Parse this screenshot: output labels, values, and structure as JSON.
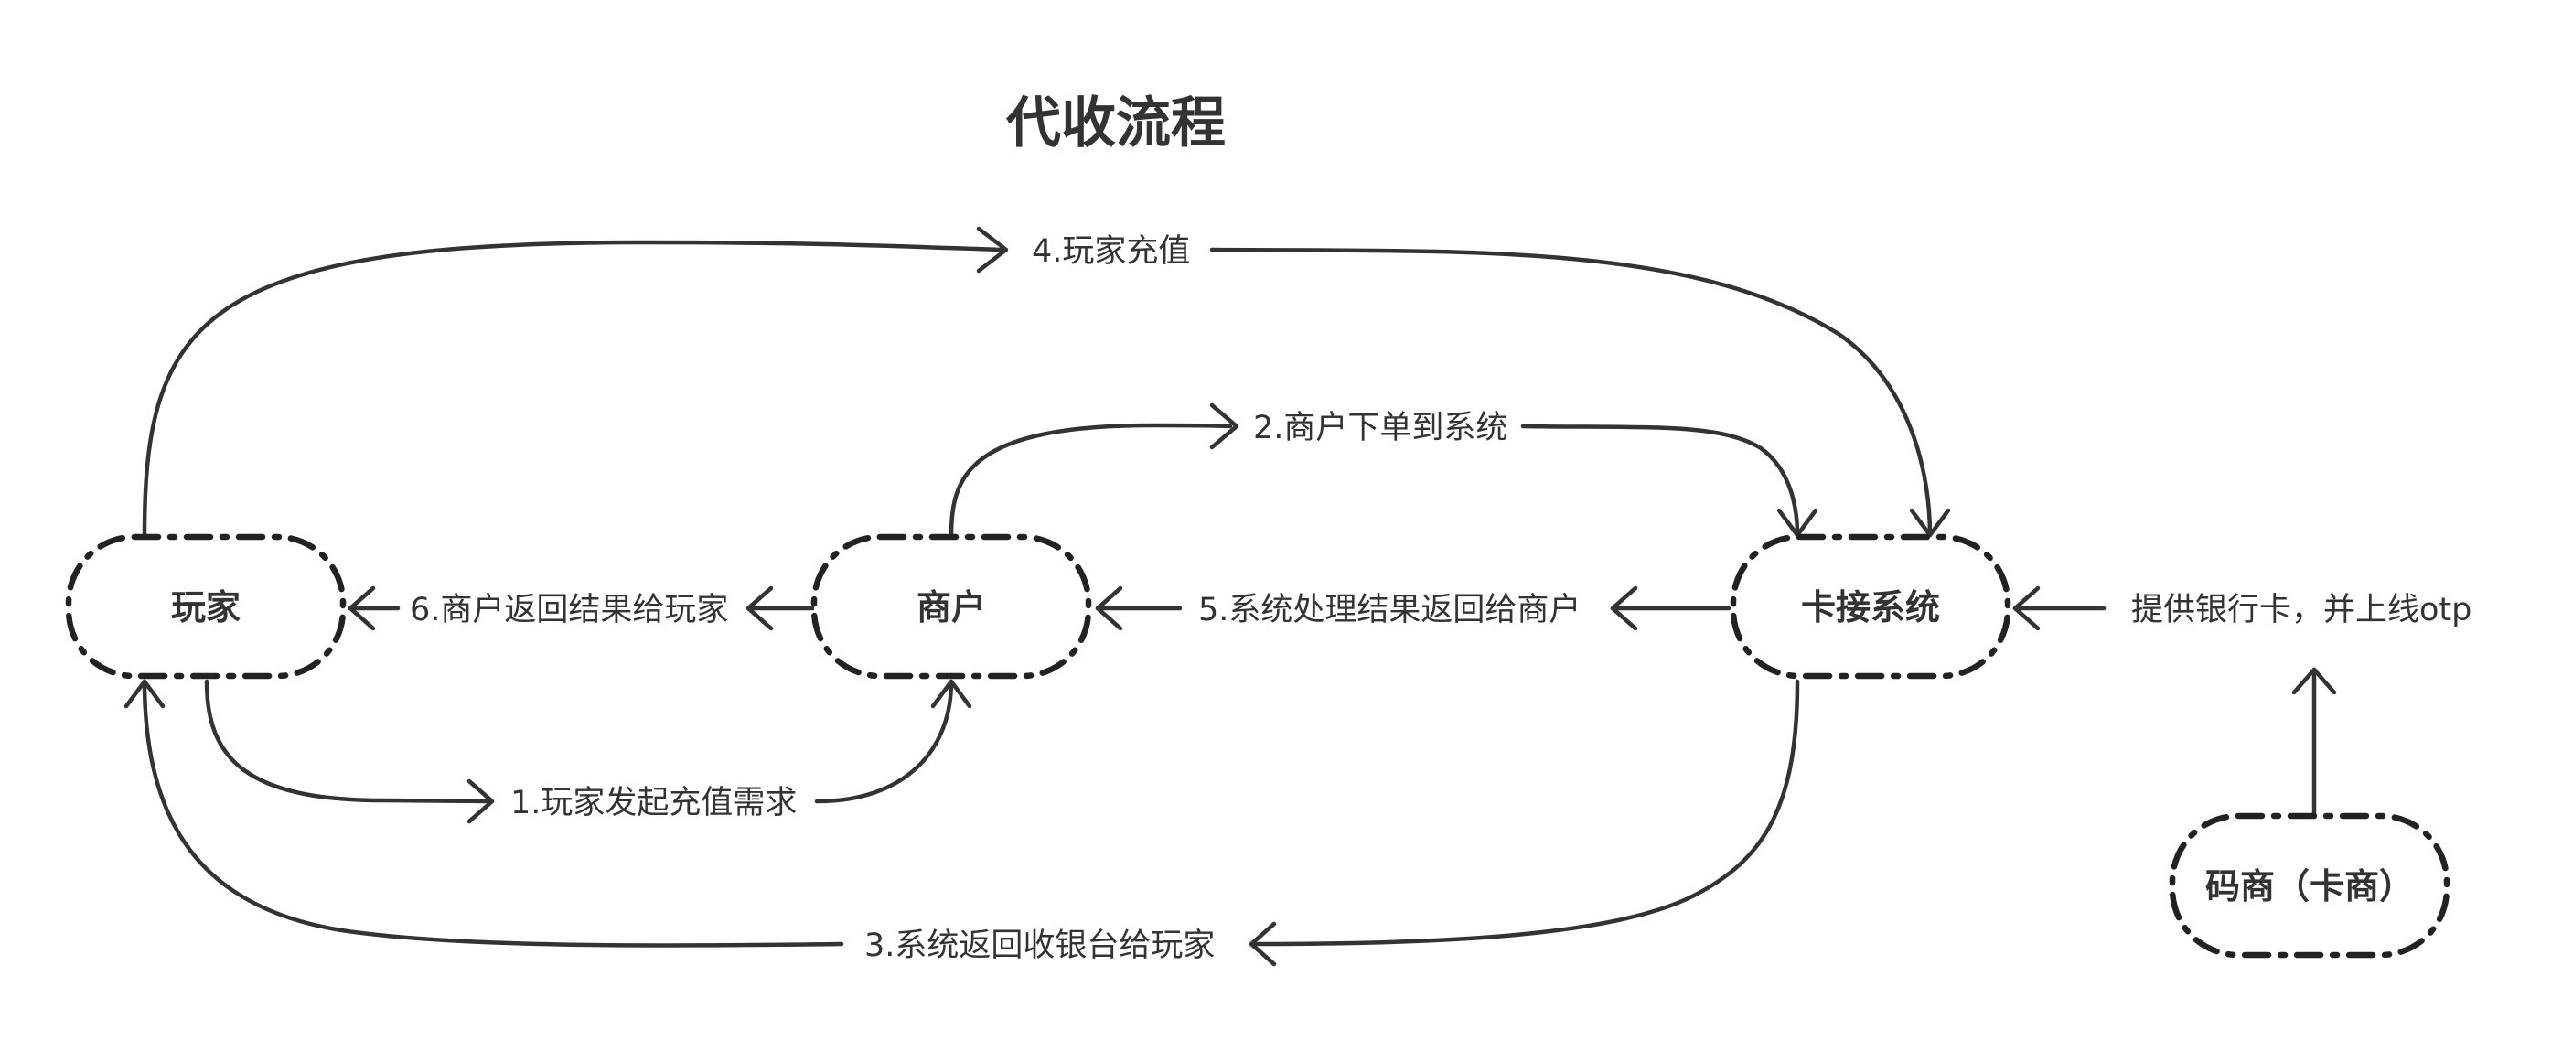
{
  "title": "代收流程",
  "nodes": {
    "player": "玩家",
    "merchant": "商户",
    "card_system": "卡接系统",
    "code_merchant": "码商（卡商）"
  },
  "edges": {
    "step1": "1.玩家发起充值需求",
    "step2": "2.商户下单到系统",
    "step3": "3.系统返回收银台给玩家",
    "step4": "4.玩家充值",
    "step5": "5.系统处理结果返回给商户",
    "step6": "6.商户返回结果给玩家",
    "provide": "提供银行卡，并上线otp"
  },
  "colors": {
    "stroke": "#333333",
    "text": "#333333",
    "background": "#ffffff"
  }
}
